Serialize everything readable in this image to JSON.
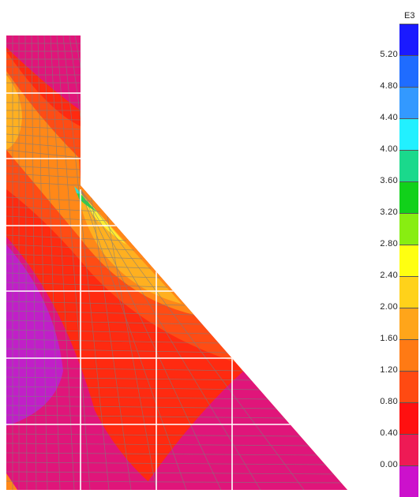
{
  "legend": {
    "exponent": "E3",
    "ticks": [
      "5.20",
      "4.80",
      "4.40",
      "4.00",
      "3.60",
      "3.20",
      "2.80",
      "2.40",
      "2.00",
      "1.60",
      "1.20",
      "0.80",
      "0.40",
      "0.00"
    ],
    "colors": [
      "#1a1aff",
      "#1f6cff",
      "#3399ff",
      "#22f0ff",
      "#1ad98c",
      "#11d11a",
      "#88ee11",
      "#ffff11",
      "#ffd21a",
      "#ffa51a",
      "#ff7a14",
      "#ff4a12",
      "#ff1010",
      "#ee1a55",
      "#cc11cc"
    ]
  },
  "contour_colors": {
    "magenta": "#e0157a",
    "purple": "#c11fc8",
    "red": "#ff2a10",
    "red_orange": "#ff4c14",
    "orange": "#ff8818",
    "amber": "#ffb020",
    "yellow": "#ffee30",
    "green": "#22dd44",
    "cyan": "#33ddcc"
  }
}
